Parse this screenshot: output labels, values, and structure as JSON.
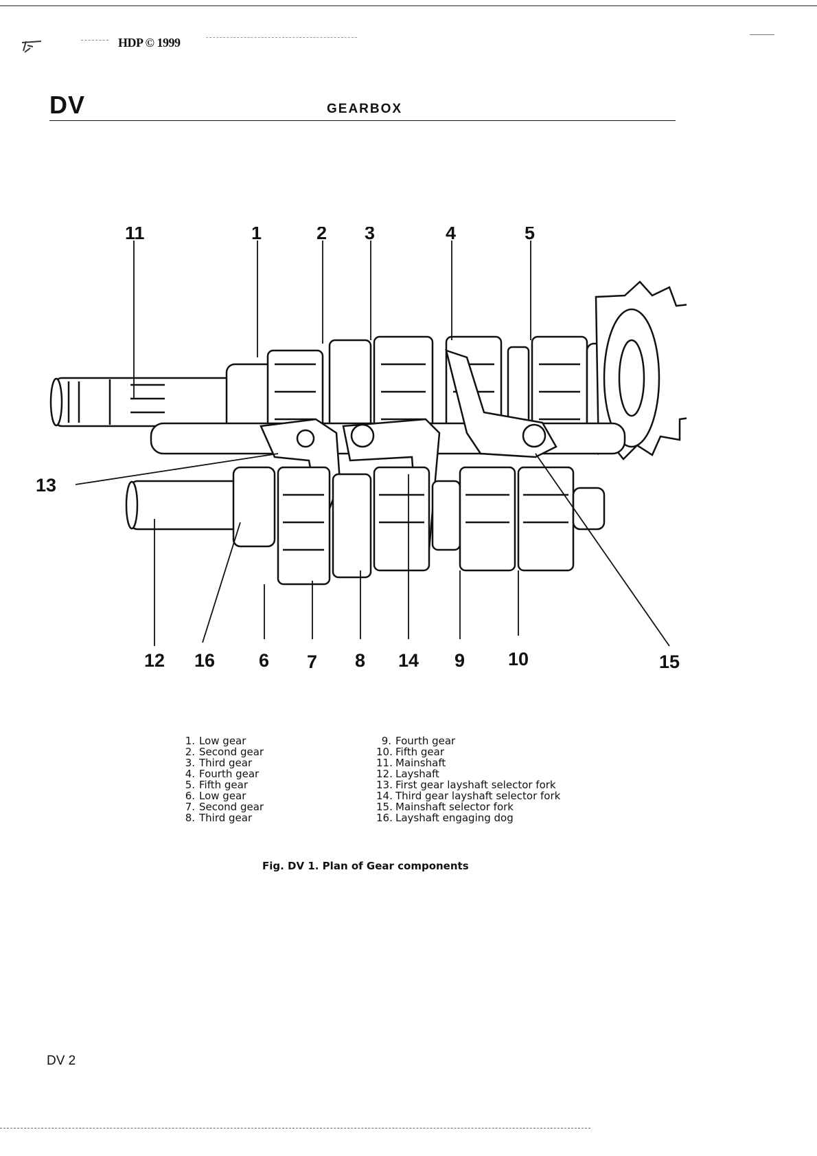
{
  "header": {
    "copyright": "HDP © 1999",
    "section_code": "DV",
    "section_title": "GEARBOX"
  },
  "figure": {
    "callouts_top": [
      "11",
      "1",
      "2",
      "3",
      "4",
      "5"
    ],
    "callouts_bottom": [
      "12",
      "16",
      "6",
      "7",
      "8",
      "14",
      "9",
      "10",
      "15"
    ],
    "callout_left": "13",
    "caption": "Fig. DV 1.  Plan of Gear components"
  },
  "legend": {
    "left": [
      {
        "num": "1.",
        "label": "Low gear"
      },
      {
        "num": "2.",
        "label": "Second gear"
      },
      {
        "num": "3.",
        "label": "Third gear"
      },
      {
        "num": "4.",
        "label": "Fourth gear"
      },
      {
        "num": "5.",
        "label": "Fifth gear"
      },
      {
        "num": "6.",
        "label": "Low gear"
      },
      {
        "num": "7.",
        "label": "Second gear"
      },
      {
        "num": "8.",
        "label": "Third gear"
      }
    ],
    "right": [
      {
        "num": "9.",
        "label": "Fourth gear"
      },
      {
        "num": "10.",
        "label": "Fifth gear"
      },
      {
        "num": "11.",
        "label": "Mainshaft"
      },
      {
        "num": "12.",
        "label": "Layshaft"
      },
      {
        "num": "13.",
        "label": "First gear layshaft selector fork"
      },
      {
        "num": "14.",
        "label": "Third gear layshaft selector fork"
      },
      {
        "num": "15.",
        "label": "Mainshaft selector fork"
      },
      {
        "num": "16.",
        "label": "Layshaft engaging dog"
      }
    ]
  },
  "footer": {
    "page_number": "DV 2"
  }
}
